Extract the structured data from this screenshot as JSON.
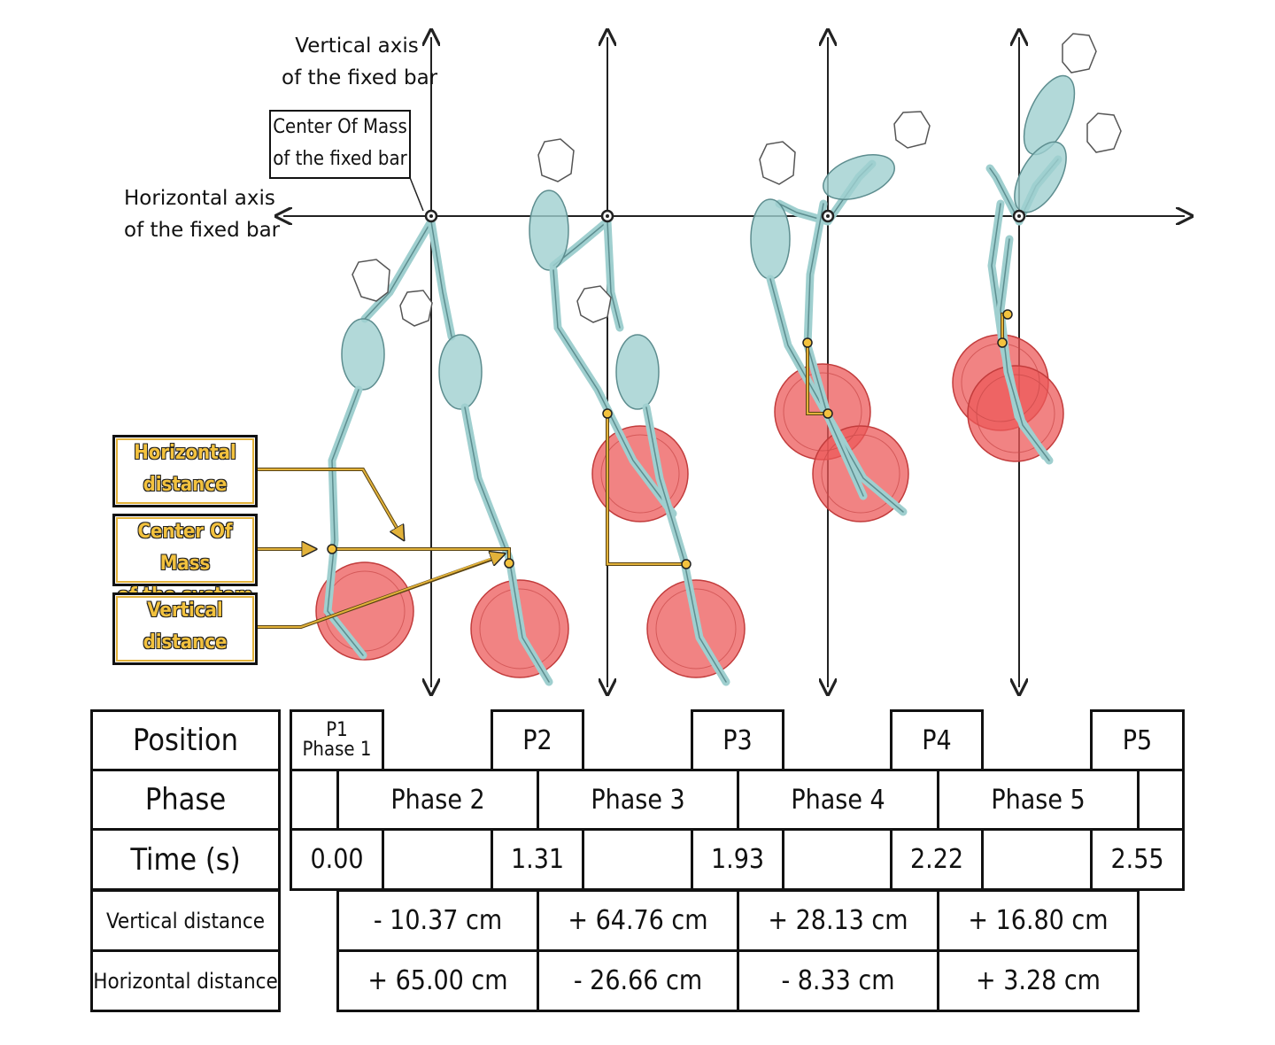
{
  "annotations": {
    "vertical_axis": [
      "Vertical axis",
      "of the fixed bar"
    ],
    "com_bar": [
      "Center Of Mass",
      "of the fixed bar"
    ],
    "horizontal_axis": [
      "Horizontal axis",
      "of the fixed bar"
    ],
    "horizontal_distance": [
      "Horizontal",
      "distance"
    ],
    "com_system": [
      "Center Of Mass",
      "of the system"
    ],
    "vertical_distance": [
      "Vertical",
      "distance"
    ]
  },
  "colors": {
    "bone": "#9fcfcf",
    "bone_dark": "#5d8d8f",
    "disc": "#ec5a5a",
    "gold": "#e2b23a",
    "axis": "#222222"
  },
  "table": {
    "row_labels": {
      "position": "Position",
      "phase": "Phase",
      "time": "Time (s)",
      "vertical": "Vertical distance",
      "horizontal": "Horizontal distance"
    },
    "positions": [
      {
        "label": "P1",
        "sub": "Phase 1"
      },
      {
        "label": "P2"
      },
      {
        "label": "P3"
      },
      {
        "label": "P4"
      },
      {
        "label": "P5"
      }
    ],
    "phases": [
      "Phase 2",
      "Phase 3",
      "Phase 4",
      "Phase 5"
    ],
    "times": [
      "0.00",
      "1.31",
      "1.93",
      "2.22",
      "2.55"
    ],
    "vertical_distances": [
      "- 10.37 cm",
      "+ 64.76 cm",
      "+ 28.13 cm",
      "+ 16.80 cm"
    ],
    "horizontal_distances": [
      "+ 65.00 cm",
      "- 26.66 cm",
      "- 8.33 cm",
      "+ 3.28 cm"
    ]
  }
}
